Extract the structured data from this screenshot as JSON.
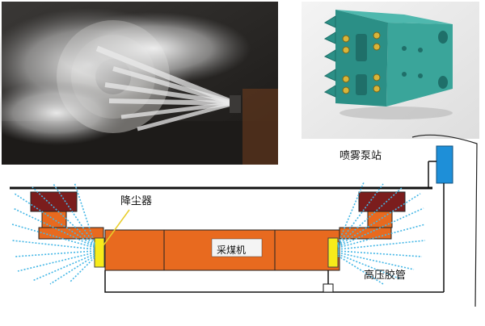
{
  "labels": {
    "pump_station": "喷雾泵站",
    "dust_reducer": "降尘器",
    "shearer": "采煤机",
    "high_pressure_hose": "高压胶管"
  },
  "colors": {
    "machine_body": "#e86a1f",
    "drum": "#7b1d1d",
    "nozzle": "#f7ec1a",
    "spray": "#45b7e6",
    "pump_box": "#1e8fd8",
    "device_model": "#2b8f86",
    "nozzle_gold": "#d8b53a"
  }
}
